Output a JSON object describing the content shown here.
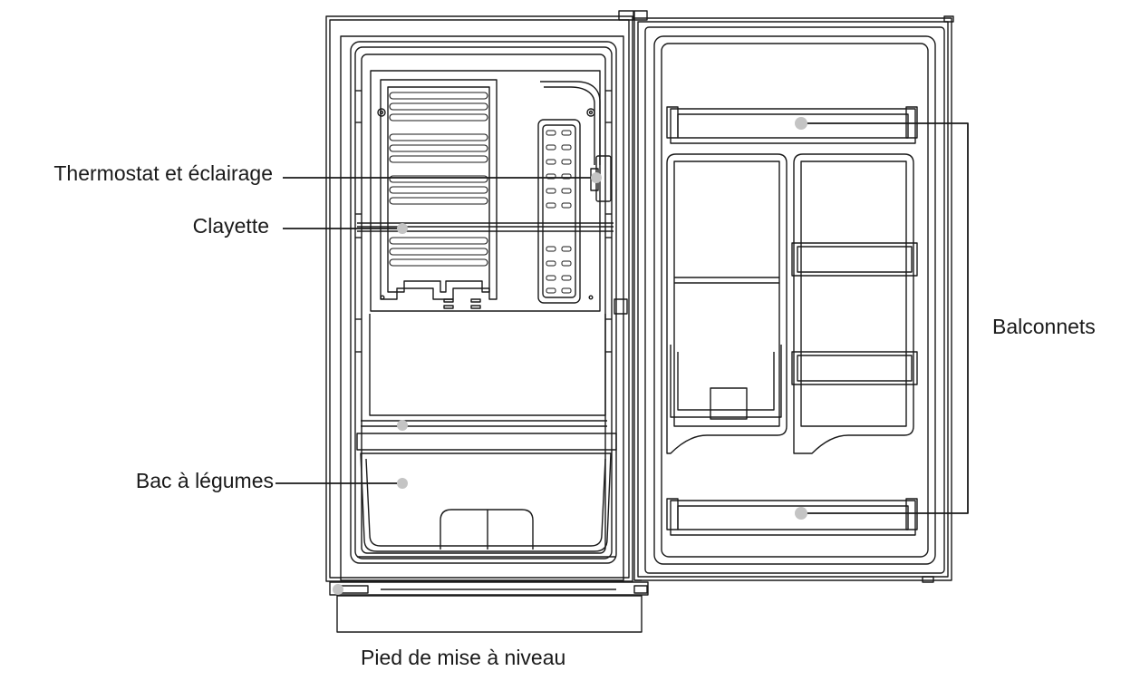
{
  "labels": {
    "thermostat": "Thermostat et éclairage",
    "clayette": "Clayette",
    "bac": "Bac à légumes",
    "balconnets": "Balconnets",
    "pied": "Pied de mise à niveau"
  },
  "colors": {
    "line": "#1a1a1a",
    "marker": "#c4c4c4",
    "background": "#ffffff"
  }
}
